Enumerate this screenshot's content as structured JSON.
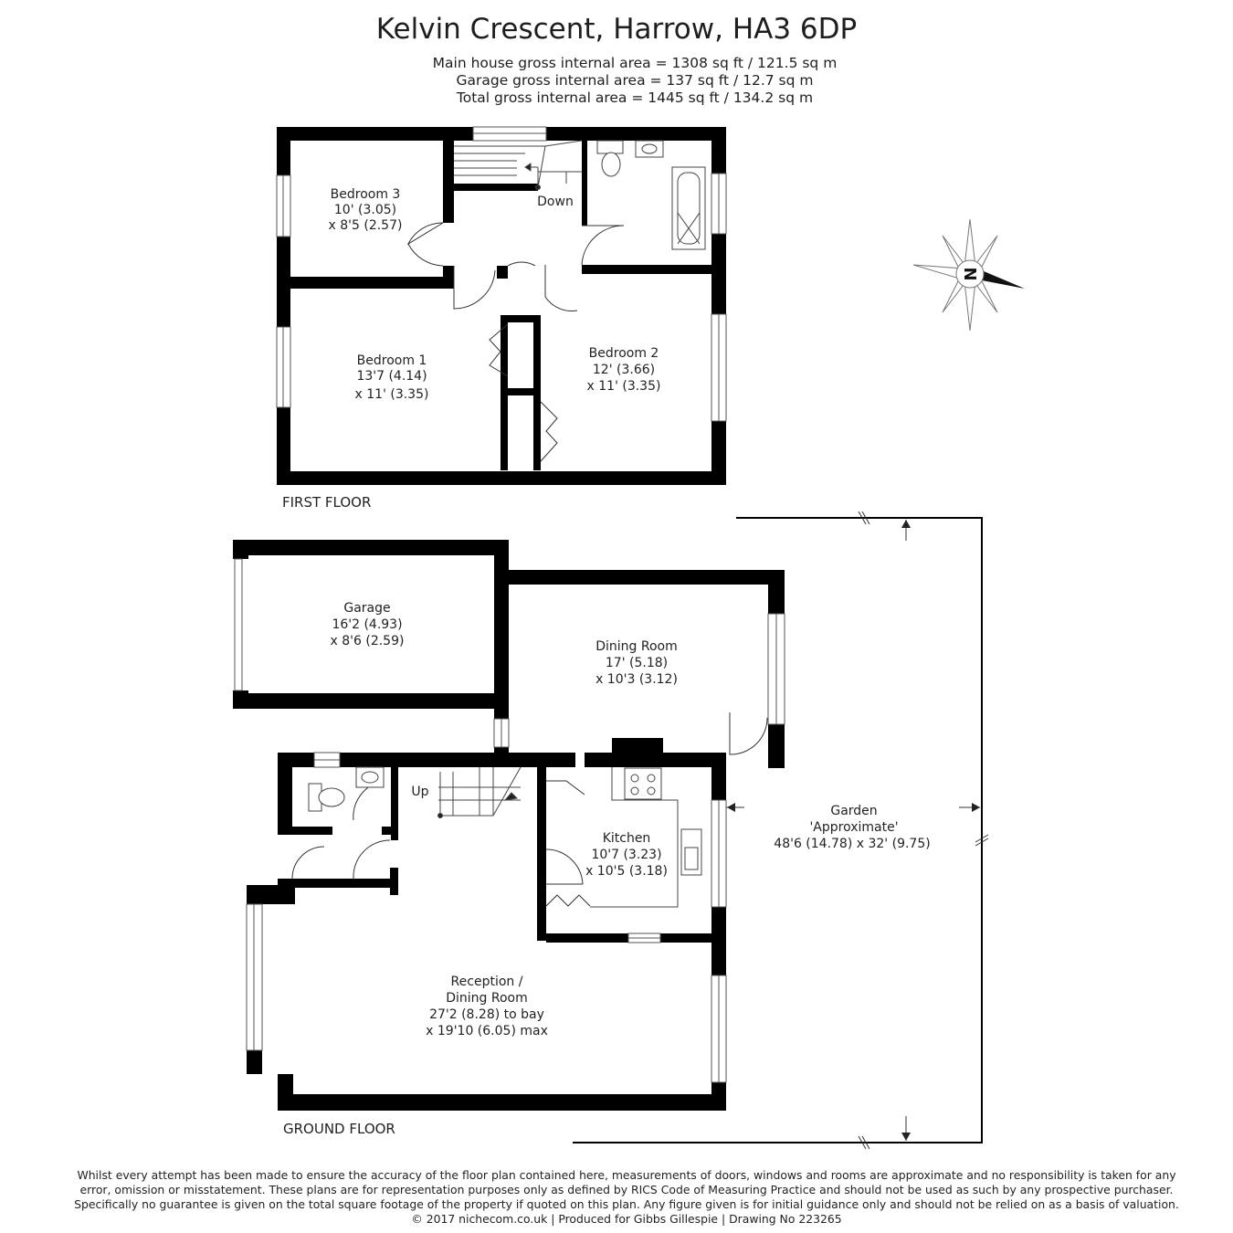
{
  "header": {
    "title": "Kelvin Crescent, Harrow, HA3 6DP",
    "area_main": "Main house gross internal area =  1308 sq ft / 121.5 sq m",
    "area_garage": "Garage gross internal area = 137 sq ft / 12.7 sq m",
    "area_total": "Total gross internal area =  1445 sq ft / 134.2 sq m"
  },
  "first_floor": {
    "label": "FIRST FLOOR",
    "stair_label": "Down",
    "bedroom3": {
      "name": "Bedroom 3",
      "dim1": "10' (3.05)",
      "dim2": "x 8'5 (2.57)"
    },
    "bedroom1": {
      "name": "Bedroom 1",
      "dim1": "13'7 (4.14)",
      "dim2": "x 11' (3.35)"
    },
    "bedroom2": {
      "name": "Bedroom 2",
      "dim1": "12' (3.66)",
      "dim2": "x 11' (3.35)"
    }
  },
  "ground_floor": {
    "label": "GROUND FLOOR",
    "stair_label": "Up",
    "garage": {
      "name": "Garage",
      "dim1": "16'2 (4.93)",
      "dim2": "x 8'6 (2.59)"
    },
    "dining": {
      "name": "Dining Room",
      "dim1": "17' (5.18)",
      "dim2": "x 10'3 (3.12)"
    },
    "kitchen": {
      "name": "Kitchen",
      "dim1": "10'7 (3.23)",
      "dim2": "x 10'5 (3.18)"
    },
    "reception": {
      "name1": "Reception /",
      "name2": "Dining Room",
      "dim1": "27'2 (8.28) to bay",
      "dim2": "x 19'10 (6.05) max"
    },
    "garden": {
      "name": "Garden",
      "note": "'Approximate'",
      "dims": "48'6 (14.78) x 32' (9.75)"
    }
  },
  "compass": {
    "letter": "N"
  },
  "footer": {
    "line1": "Whilst every attempt has been made to ensure the accuracy of the floor plan contained here, measurements of doors, windows and rooms are approximate and no responsibility is taken for any",
    "line2": "error, omission or misstatement. These plans are for representation purposes only as defined by RICS Code of Measuring Practice and should not be used as such by any prospective purchaser.",
    "line3": "Specifically no guarantee is given on the total square footage of the property if quoted on this plan. Any figure given is for initial guidance only and should not be relied on as a basis of valuation.",
    "line4": "© 2017 nichecom.co.uk  |  Produced for Gibbs Gillespie  |  Drawing No 223265"
  },
  "colors": {
    "wall": "#000000",
    "text": "#222222",
    "line": "#444444"
  }
}
